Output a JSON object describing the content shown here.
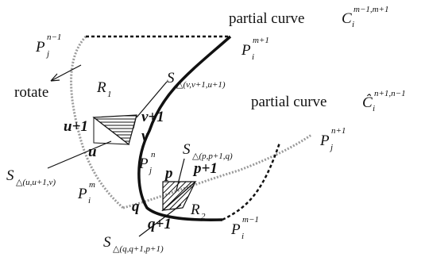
{
  "diagram": {
    "caption_top": "partial curve",
    "caption_right": "partial curve",
    "curve_top_symbol": "C",
    "curve_top_sub": "i",
    "curve_top_sup": "m−1,m+1",
    "curve_right_symbol": "Ĉ",
    "curve_right_sub": "i",
    "curve_right_sup": "n+1,n−1",
    "rotate_label": "rotate",
    "region_1": "R",
    "region_1_sub": "1",
    "region_2": "R",
    "region_2_sub": "2",
    "points": {
      "pj_nm1": {
        "sym": "P",
        "sub": "j",
        "sup": "n−1"
      },
      "pi_mp1": {
        "sym": "P",
        "sub": "i",
        "sup": "m+1"
      },
      "pj_np1": {
        "sym": "P",
        "sub": "j",
        "sup": "n+1"
      },
      "pi_mm1": {
        "sym": "P",
        "sub": "i",
        "sup": "m−1"
      },
      "pj_n": {
        "sym": "P",
        "sub": "j",
        "sup": "n"
      },
      "pi_m": {
        "sym": "P",
        "sub": "i",
        "sup": "m"
      }
    },
    "vertex_labels": {
      "v_plus_1": "v+1",
      "v": "v",
      "u_plus_1": "u+1",
      "u": "u",
      "p": "p",
      "p_plus_1": "p+1",
      "q": "q",
      "q_plus_1": "q+1"
    },
    "triangles": {
      "s1": {
        "sym": "S",
        "sub": "△(v,v+1,u+1)"
      },
      "s2": {
        "sym": "S",
        "sub": "△(u,u+1,v)"
      },
      "s3": {
        "sym": "S",
        "sub": "△(p,p+1,q)"
      },
      "s4": {
        "sym": "S",
        "sub": "△(q,q+1,p+1)"
      }
    }
  }
}
